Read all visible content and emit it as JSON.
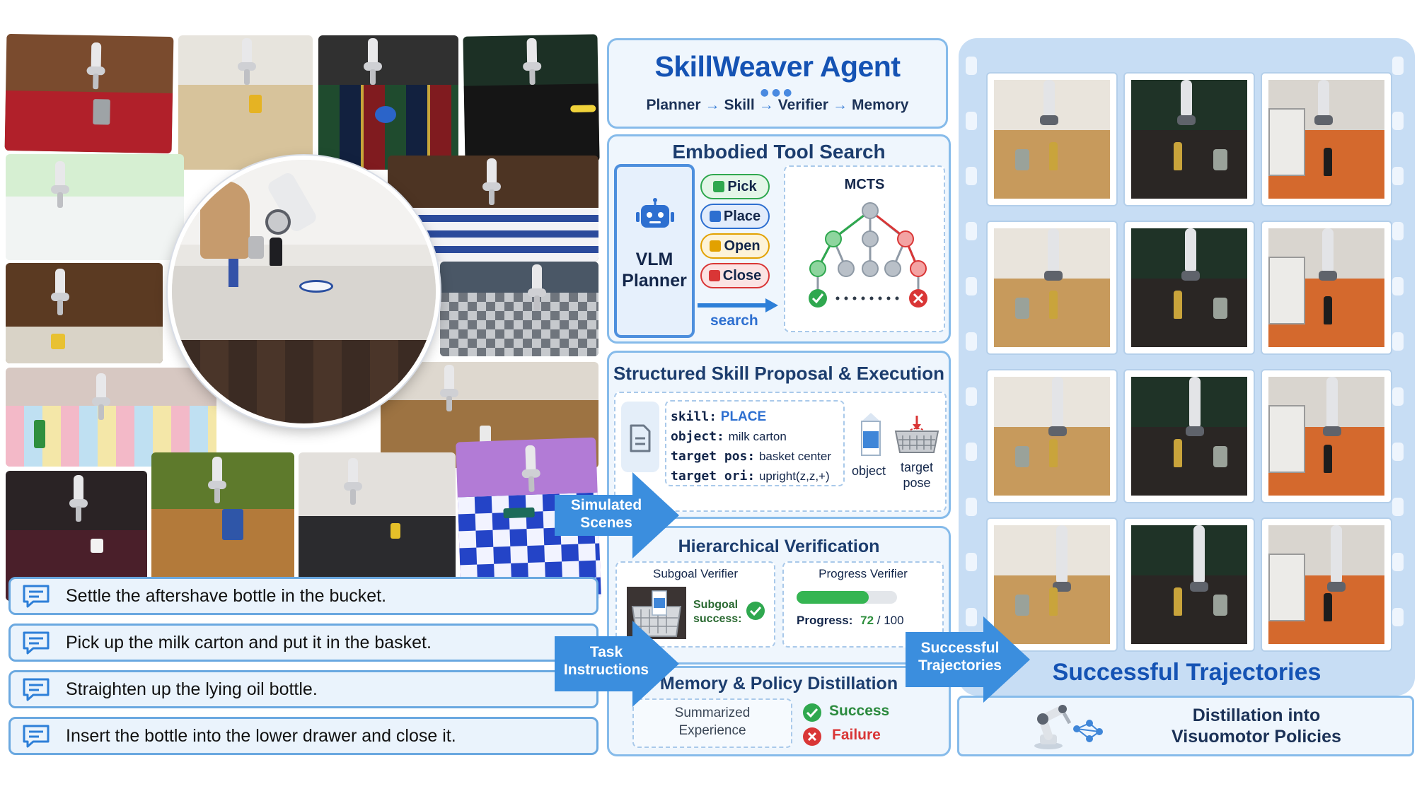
{
  "agent": {
    "title": "SkillWeaver Agent",
    "pipeline": [
      "Planner",
      "Skill",
      "Verifier",
      "Memory"
    ]
  },
  "tool_search": {
    "title": "Embodied Tool Search",
    "planner_label_line1": "VLM",
    "planner_label_line2": "Planner",
    "skills": [
      {
        "label": "Pick",
        "color": "#2fa84f",
        "bg": "#e4f6e8"
      },
      {
        "label": "Place",
        "color": "#2d6fd0",
        "bg": "#e2ecfb"
      },
      {
        "label": "Open",
        "color": "#e2a100",
        "bg": "#fdf3d8"
      },
      {
        "label": "Close",
        "color": "#d93636",
        "bg": "#fbe3e3"
      }
    ],
    "search_label": "search",
    "mcts_label": "MCTS"
  },
  "proposal": {
    "title": "Structured Skill Proposal & Execution",
    "fields": [
      {
        "key": "skill:",
        "value": "PLACE"
      },
      {
        "key": "object:",
        "value": "milk carton"
      },
      {
        "key": "target pos:",
        "value": "basket center"
      },
      {
        "key": "target ori:",
        "value": "upright(z,z,+)"
      }
    ],
    "object_label": "object",
    "target_label_line1": "target",
    "target_label_line2": "pose"
  },
  "verification": {
    "title": "Hierarchical Verification",
    "subgoal_verifier": "Subgoal Verifier",
    "subgoal_text_line1": "Subgoal",
    "subgoal_text_line2": "success:",
    "progress_verifier": "Progress Verifier",
    "progress_label": "Progress:",
    "progress_value": "72",
    "progress_total": "/ 100",
    "progress_fraction": 0.72
  },
  "memory": {
    "title": "Memory & Policy Distillation",
    "summarized_line1": "Summarized",
    "summarized_line2": "Experience",
    "success": "Success",
    "failure": "Failure"
  },
  "arrows": {
    "simulated_line1": "Simulated",
    "simulated_line2": "Scenes",
    "task_line1": "Task",
    "task_line2": "Instructions",
    "successful_line1": "Successful",
    "successful_line2": "Trajectories"
  },
  "tasks": [
    "Settle the aftershave bottle in the bucket.",
    "Pick up the milk carton and put it in the basket.",
    "Straighten up the lying oil bottle.",
    "Insert the bottle into the lower drawer and close it."
  ],
  "trajectories": {
    "title": "Successful Trajectories",
    "columns": [
      {
        "scene": "kitchen-table",
        "table": "#c79a5c",
        "wall": "#e9e4dc"
      },
      {
        "scene": "dark-room",
        "table": "#2a2624",
        "wall": "#1f3327"
      },
      {
        "scene": "drawer-cabinet",
        "table": "#d4692d",
        "wall": "#d9d5cf"
      }
    ]
  },
  "distillation": {
    "line1": "Distillation into",
    "line2": "Visuomotor Policies"
  },
  "colors": {
    "accent": "#1553b4",
    "panel_border": "#86bbea",
    "arrow_blue": "#3b8ede",
    "success_green": "#2fa84f",
    "failure_red": "#d93636"
  }
}
